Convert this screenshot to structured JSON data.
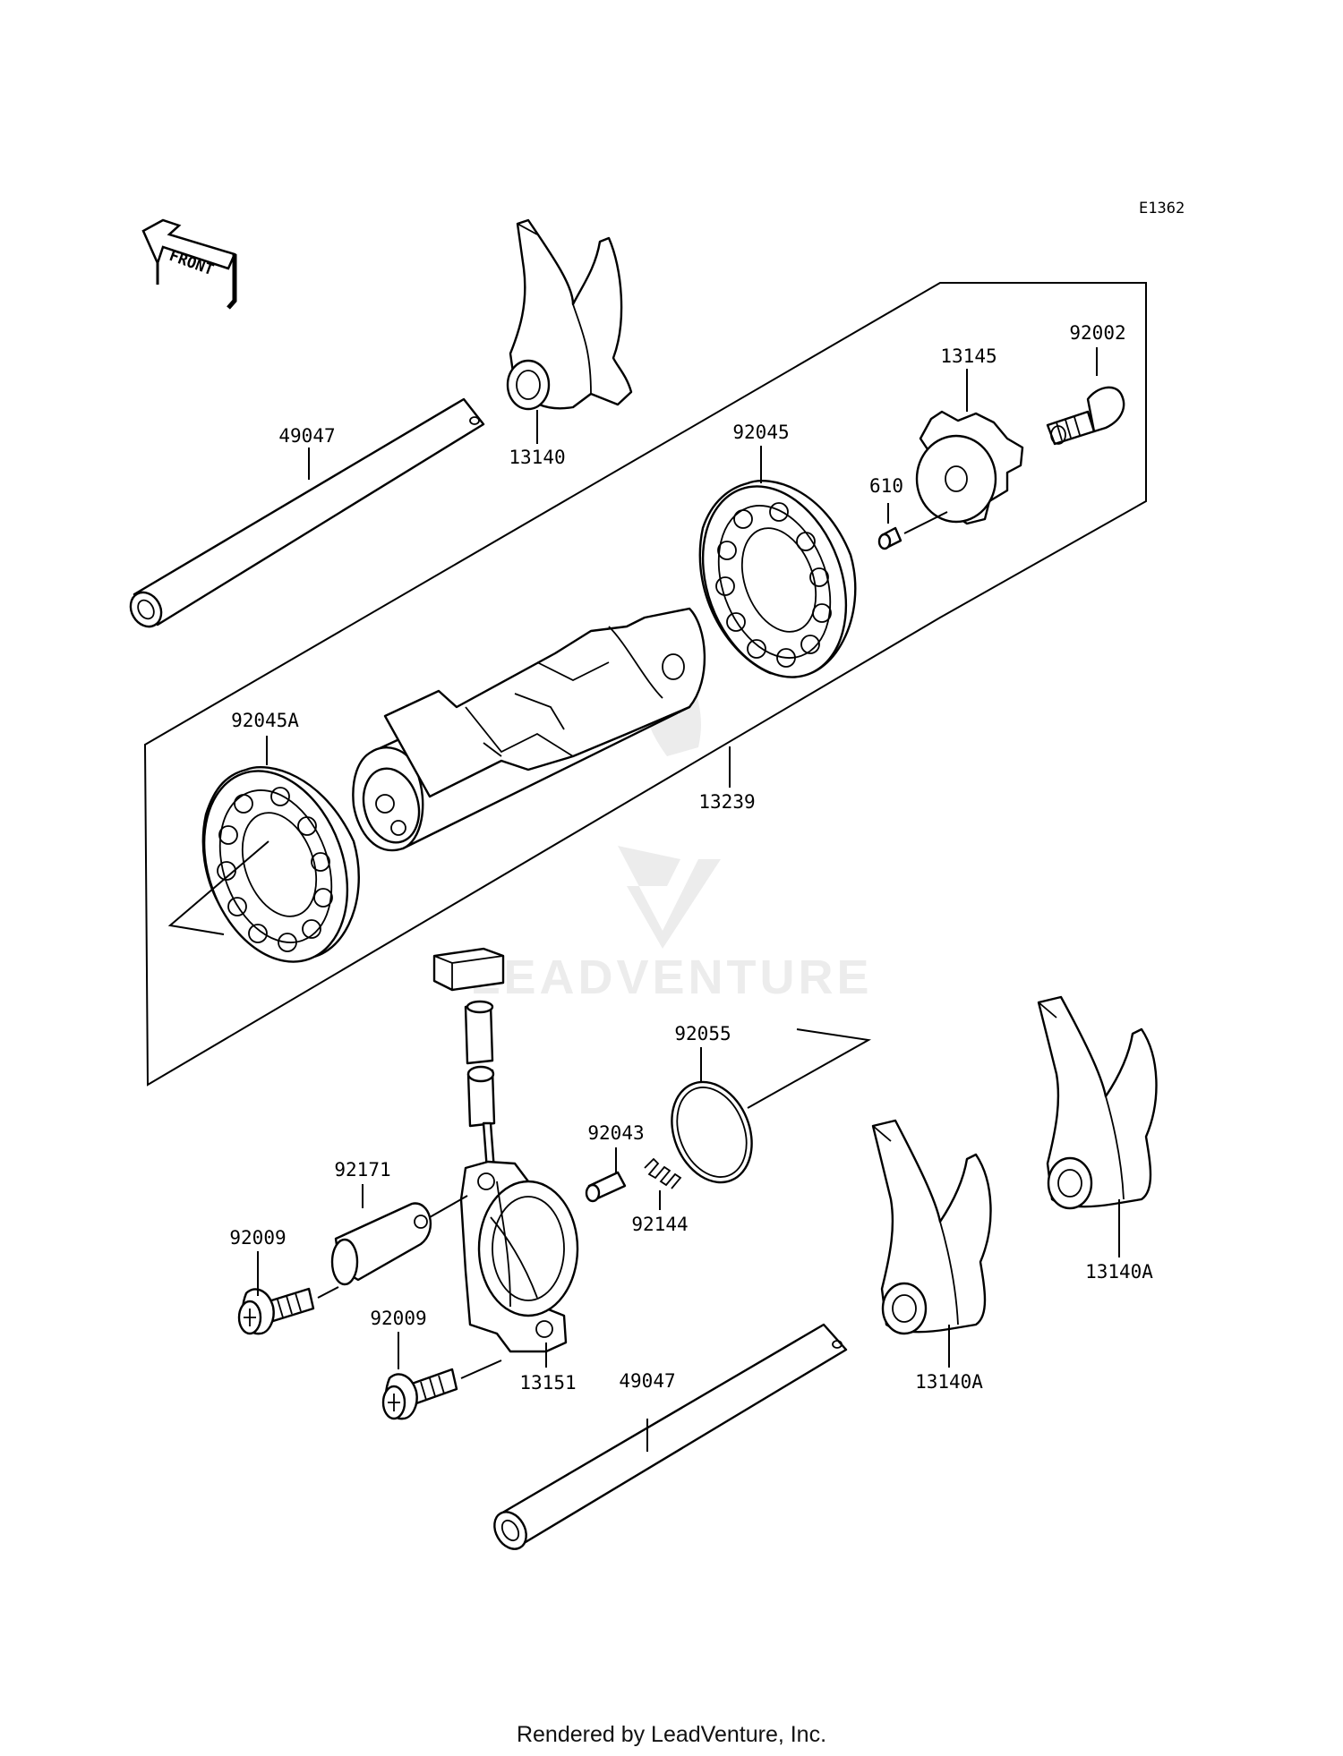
{
  "diagram_code": "E1362",
  "front_label": "FRONT",
  "watermark_text": "LEADVENTURE",
  "footer": "Rendered by LeadVenture, Inc.",
  "callouts": {
    "c49047_top": "49047",
    "c13140": "13140",
    "c92045": "92045",
    "c13145": "13145",
    "c92002": "92002",
    "c610": "610",
    "c92045A": "92045A",
    "c13239": "13239",
    "c92055": "92055",
    "c92043": "92043",
    "c92144": "92144",
    "c92171": "92171",
    "c92009_a": "92009",
    "c92009_b": "92009",
    "c13151": "13151",
    "c49047_bottom": "49047",
    "c13140A_a": "13140A",
    "c13140A_b": "13140A"
  },
  "colors": {
    "line": "#000000",
    "background": "#ffffff",
    "watermark": "#e6e6e6"
  }
}
